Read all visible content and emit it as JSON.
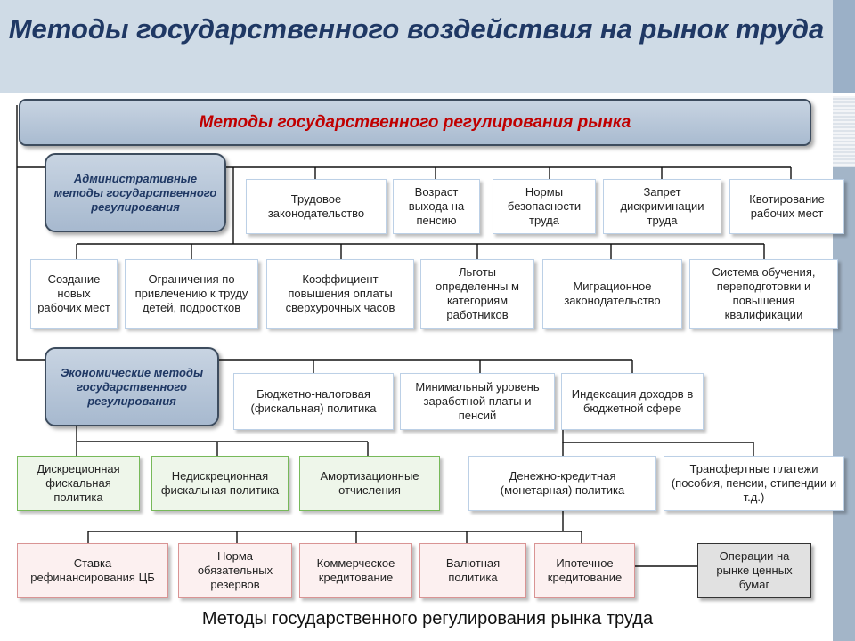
{
  "title": "Методы государственного воздействия на рынок труда",
  "main_box": "Методы государственного регулирования рынка",
  "groups": {
    "administrative": "Административные методы государственного регулирования",
    "economic": "Экономические методы государственного регулирования"
  },
  "admin_row1": [
    "Трудовое законодательство",
    "Возраст выхода на пенсию",
    "Нормы безопасности труда",
    "Запрет дискриминации труда",
    "Квотирование рабочих мест"
  ],
  "admin_row2": [
    "Создание новых рабочих мест",
    "Ограничения по привлечению к труду детей, подростков",
    "Коэффициент повышения оплаты сверхурочных часов",
    "Льготы определенны м категориям работников",
    "Миграционное законодательство",
    "Система обучения, переподготовки и повышения квалификации"
  ],
  "econ_row1": [
    "Бюджетно-налоговая (фискальная) политика",
    "Минимальный уровень заработной платы и пенсий",
    "Индексация доходов в бюджетной сфере"
  ],
  "fiscal": [
    "Дискреционная фискальная политика",
    "Недискреционная фискальная политика",
    "Амортизационные отчисления"
  ],
  "monetary": "Денежно-кредитная (монетарная) политика",
  "transfers": "Трансфертные платежи (пособия, пенсии, стипендии и т.д.)",
  "monetary_tools": [
    "Ставка рефинансирования ЦБ",
    "Норма обязательных резервов",
    "Коммерческое кредитование",
    "Валютная политика",
    "Ипотечное кредитование"
  ],
  "securities": "Операции на рынке ценных бумаг",
  "caption": "Методы государственного регулирования рынка труда"
}
